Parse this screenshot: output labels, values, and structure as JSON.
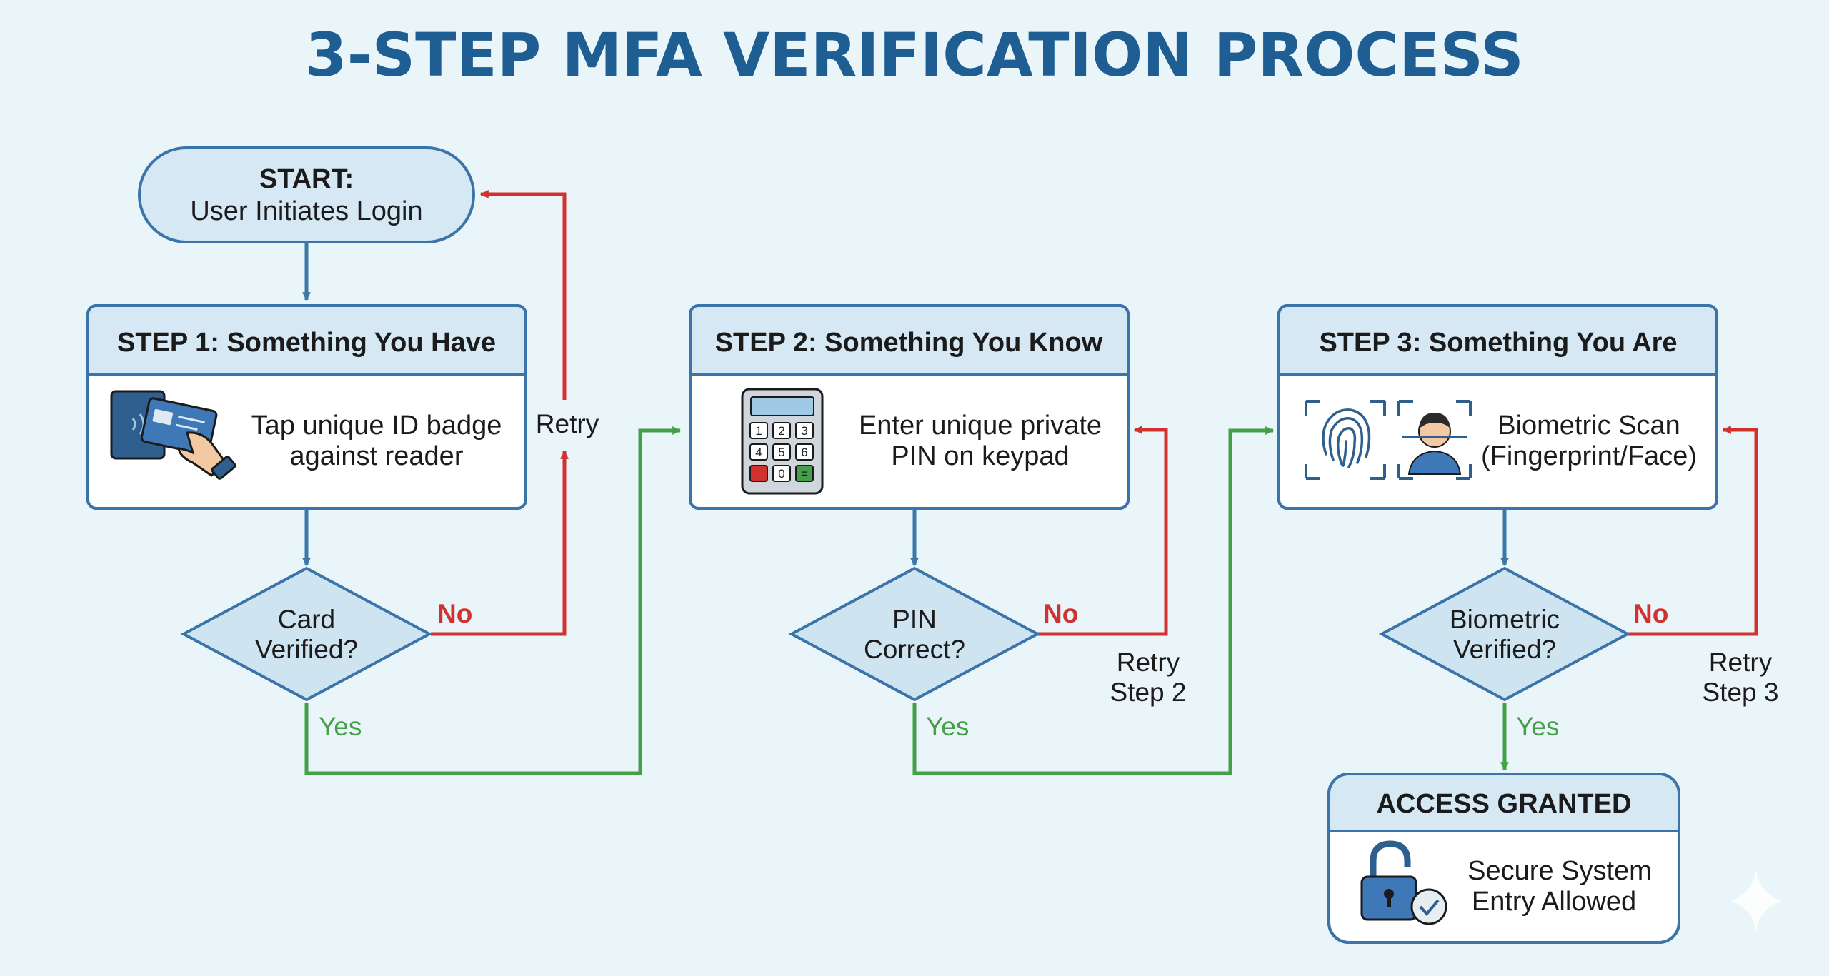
{
  "title": "3-STEP MFA VERIFICATION PROCESS",
  "colors": {
    "background": "#eaf5f9",
    "title": "#1e5e93",
    "box_stroke": "#3b74a8",
    "box_fill": "#ffffff",
    "header_fill": "#d5e8f4",
    "diamond_fill": "#cfe4f1",
    "flow_arrow": "#3a78a8",
    "no_arrow": "#d0322f",
    "yes_arrow": "#43a047",
    "text": "#1b1b1b"
  },
  "start": {
    "line1": "START:",
    "line2": "User Initiates Login"
  },
  "steps": [
    {
      "header": "STEP 1: Something You Have",
      "desc_line1": "Tap unique ID badge",
      "desc_line2": "against reader",
      "icon": "id-card-tap-icon"
    },
    {
      "header": "STEP 2: Something You Know",
      "desc_line1": "Enter unique private",
      "desc_line2": "PIN on keypad",
      "icon": "keypad-icon",
      "keys": [
        "1",
        "2",
        "3",
        "4",
        "5",
        "6",
        "",
        "0",
        "="
      ]
    },
    {
      "header": "STEP 3: Something You Are",
      "desc_line1": "Biometric Scan",
      "desc_line2": "(Fingerprint/Face)",
      "icon": "fingerprint-face-scan-icon"
    }
  ],
  "decisions": [
    {
      "line1": "Card",
      "line2": "Verified?",
      "no_label": "No",
      "yes_label": "Yes",
      "retry_label": "Retry"
    },
    {
      "line1": "PIN",
      "line2": "Correct?",
      "no_label": "No",
      "yes_label": "Yes",
      "retry_line1": "Retry",
      "retry_line2": "Step 2"
    },
    {
      "line1": "Biometric",
      "line2": "Verified?",
      "no_label": "No",
      "yes_label": "Yes",
      "retry_line1": "Retry",
      "retry_line2": "Step 3"
    }
  ],
  "access": {
    "header": "ACCESS GRANTED",
    "desc_line1": "Secure System",
    "desc_line2": "Entry Allowed",
    "icon": "unlocked-padlock-icon"
  }
}
